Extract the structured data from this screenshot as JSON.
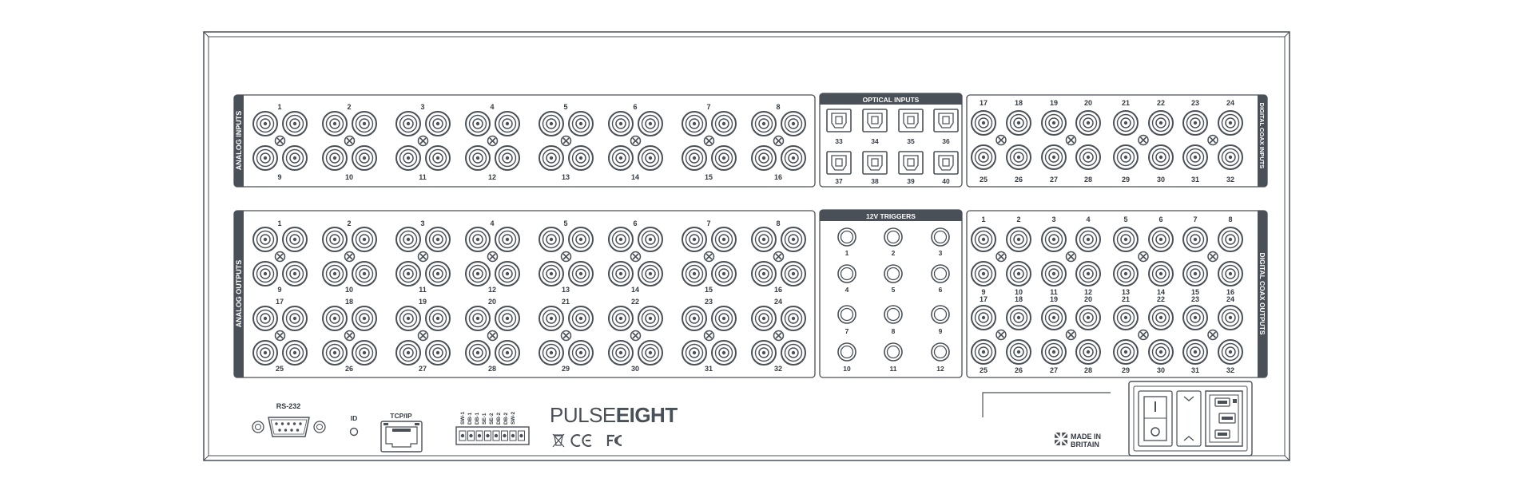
{
  "sections": {
    "analog_inputs": "ANALOG INPUTS",
    "analog_outputs": "ANALOG OUTPUTS",
    "optical_inputs": "OPTICAL INPUTS",
    "triggers": "12V TRIGGERS",
    "coax_inputs": "DIGITAL COAX INPUTS",
    "coax_outputs": "DIGITAL COAX OUTPUTS"
  },
  "analog_inputs": {
    "top": [
      "1",
      "2",
      "3",
      "4",
      "5",
      "6",
      "7",
      "8"
    ],
    "bottom": [
      "9",
      "10",
      "11",
      "12",
      "13",
      "14",
      "15",
      "16"
    ]
  },
  "analog_outputs": {
    "row1": [
      "1",
      "2",
      "3",
      "4",
      "5",
      "6",
      "7",
      "8"
    ],
    "row2": [
      "9",
      "10",
      "11",
      "12",
      "13",
      "14",
      "15",
      "16"
    ],
    "row3": [
      "17",
      "18",
      "19",
      "20",
      "21",
      "22",
      "23",
      "24"
    ],
    "row4": [
      "25",
      "26",
      "27",
      "28",
      "29",
      "30",
      "31",
      "32"
    ]
  },
  "optical_inputs": {
    "top": [
      "33",
      "34",
      "35",
      "36"
    ],
    "bottom": [
      "37",
      "38",
      "39",
      "40"
    ]
  },
  "triggers": [
    "1",
    "2",
    "3",
    "4",
    "5",
    "6",
    "7",
    "8",
    "9",
    "10",
    "11",
    "12"
  ],
  "coax_inputs": {
    "top": [
      "17",
      "18",
      "19",
      "20",
      "21",
      "22",
      "23",
      "24"
    ],
    "bottom": [
      "25",
      "26",
      "27",
      "28",
      "29",
      "30",
      "31",
      "32"
    ]
  },
  "coax_outputs": {
    "row1": [
      "1",
      "2",
      "3",
      "4",
      "5",
      "6",
      "7",
      "8"
    ],
    "row2": [
      "9",
      "10",
      "11",
      "12",
      "13",
      "14",
      "15",
      "16"
    ],
    "row3": [
      "17",
      "18",
      "19",
      "20",
      "21",
      "22",
      "23",
      "24"
    ],
    "row4": [
      "25",
      "26",
      "27",
      "28",
      "29",
      "30",
      "31",
      "32"
    ]
  },
  "bottom": {
    "rs232": "RS-232",
    "id": "ID",
    "tcpip": "TCP/IP",
    "terminals": [
      "SW-1",
      "DB-1",
      "DB-1",
      "SE-1",
      "SE-2",
      "DB-2",
      "DB-2",
      "SW-2"
    ],
    "brand_light": "PULSE",
    "brand_bold": "EIGHT",
    "made_line1": "MADE IN",
    "made_line2": "BRITAIN"
  },
  "colors": {
    "stroke": "#4a5058",
    "header": "#4a5058"
  },
  "icons": [
    "rca-jack-icon",
    "screw-icon",
    "optical-port-icon",
    "trigger-jack-icon",
    "db9-connector-icon",
    "rj45-port-icon",
    "terminal-block-icon",
    "weee-bin-icon",
    "ce-mark-icon",
    "fcc-mark-icon",
    "union-flag-icon",
    "power-switch-icon",
    "fuse-icon",
    "iec-inlet-icon"
  ]
}
